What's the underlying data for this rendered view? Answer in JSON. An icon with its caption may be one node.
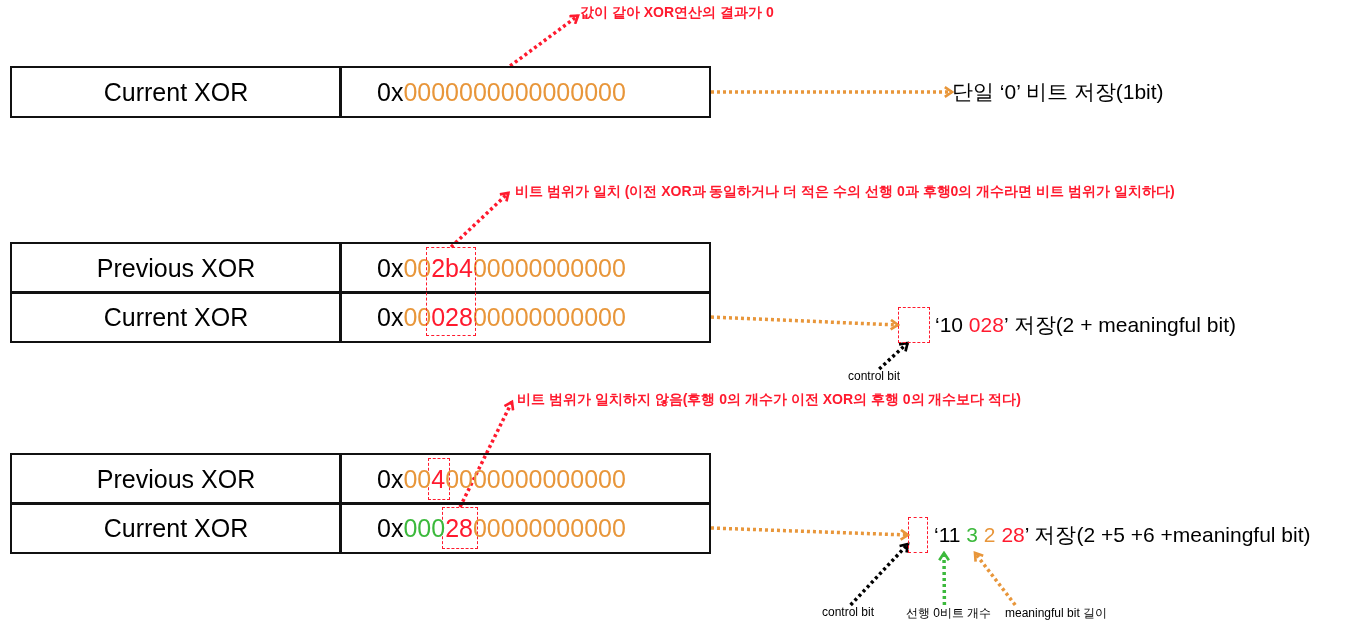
{
  "diagram": {
    "nodes": [
      {
        "text": [
          "값이 같아 XOR연산의 결과가 0"
        ]
      },
      {
        "text": [
          "Current XOR"
        ]
      },
      {
        "text": [
          "0x0000000000000000"
        ]
      },
      {
        "text": [
          "단일 ‘0’ 비트 저장(1bit)"
        ]
      },
      {
        "text": [
          "비트 범위가 일치  (이전 XOR과 동일하거나 더 적은 수의 선행 0과 후행0의 개수라면 비트 범위가 일치하다)"
        ]
      },
      {
        "text": [
          "Previous XOR"
        ]
      },
      {
        "text": [
          "0x002b400000000000"
        ]
      },
      {
        "text": [],
        "shape": "box"
      },
      {
        "text": [
          "Current XOR"
        ]
      },
      {
        "text": [
          "0x0002800000000000"
        ]
      },
      {
        "text": [],
        "shape": "box",
        "in": 11
      },
      {
        "text": [
          "‘10 028’ 저장(2 + meaningful bit)"
        ]
      },
      {
        "text": [
          "control bit"
        ]
      },
      {
        "text": [
          "비트 범위가 일치하지 않음(후행 0의 개수가 이전 XOR의 후행 0의 개수보다 적다)"
        ]
      },
      {
        "text": [
          "Previous XOR"
        ]
      },
      {
        "text": [
          "0x0040000000000000"
        ]
      },
      {
        "text": [],
        "shape": "box",
        "in": 15
      },
      {
        "text": [
          "Current XOR"
        ]
      },
      {
        "text": [
          "0x0002800000000000"
        ]
      },
      {
        "text": [],
        "shape": "box",
        "in": 18
      },
      {
        "text": [],
        "shape": "box",
        "in": 21
      },
      {
        "text": [
          "‘11 3 2 28’ 저장(2 +5 +6 +meaningful bit)"
        ]
      },
      {
        "text": [
          "control bit"
        ]
      },
      {
        "text": [
          "선행 0비트 개수"
        ]
      },
      {
        "text": [
          "meaningful bit 길이"
        ]
      }
    ],
    "edges": [
      {
        "from": 2,
        "to": 0,
        "arrow": "to",
        "style": "dashed",
        "color": "#ff1a2e"
      },
      {
        "from": 2,
        "to": 3,
        "arrow": "to",
        "style": "dashed"
      },
      {
        "from": 7,
        "to": 4,
        "arrow": "to",
        "style": "dashed",
        "color": "#ff1a2e"
      },
      {
        "from": 9,
        "to": 11,
        "arrow": "to",
        "style": "dashed"
      },
      {
        "from": 12,
        "to": 10,
        "arrow": "to",
        "style": "dashed",
        "color": "#000000"
      },
      {
        "from": 19,
        "to": 13,
        "arrow": "to",
        "style": "dashed",
        "color": "#ff1a2e"
      },
      {
        "from": 18,
        "to": 21,
        "arrow": "to",
        "style": "dashed"
      },
      {
        "from": 22,
        "to": 20,
        "arrow": "to",
        "style": "dashed",
        "color": "#000000"
      },
      {
        "from": 23,
        "to": 21,
        "arrow": "to",
        "style": "dashed",
        "color": "#3cb93c"
      },
      {
        "from": 24,
        "to": 21,
        "arrow": "to",
        "style": "dashed"
      }
    ]
  }
}
